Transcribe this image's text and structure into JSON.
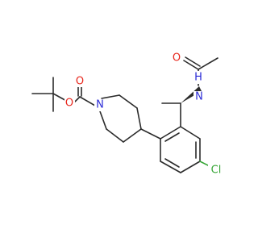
{
  "molecule": {
    "atoms": {
      "carbonyl_oxygen_boc": {
        "text": "O",
        "color": "#e8261c"
      },
      "ester_oxygen_boc": {
        "text": "O",
        "color": "#e8261c"
      },
      "piperidine_nitrogen": {
        "text": "N",
        "color": "#2a2ad6"
      },
      "amide_nitrogen": {
        "text": "N",
        "color": "#2a2ad6"
      },
      "amide_hydrogen": {
        "text": "H",
        "color": "#2a2ad6"
      },
      "acetyl_oxygen": {
        "text": "O",
        "color": "#e8261c"
      },
      "chlorine": {
        "text": "Cl",
        "color": "#35a535"
      }
    }
  }
}
